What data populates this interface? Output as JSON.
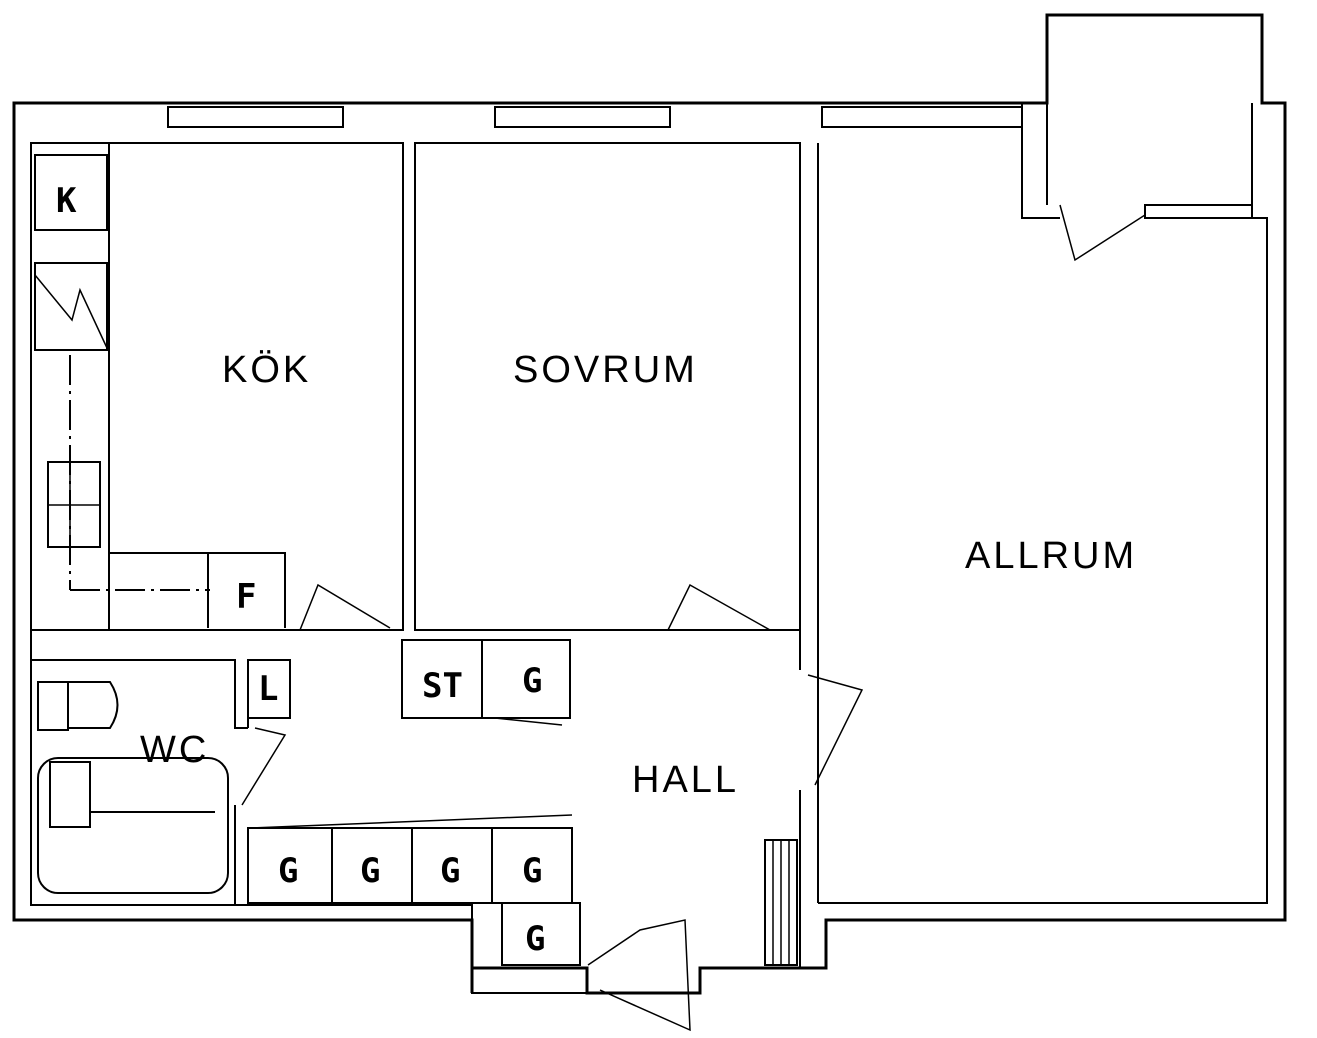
{
  "rooms": {
    "kok": "KÖK",
    "sovrum": "SOVRUM",
    "allrum": "ALLRUM",
    "wc": "WC",
    "hall": "HALL"
  },
  "units": {
    "k": "K",
    "f": "F",
    "l": "L",
    "st": "ST",
    "g": "G"
  }
}
